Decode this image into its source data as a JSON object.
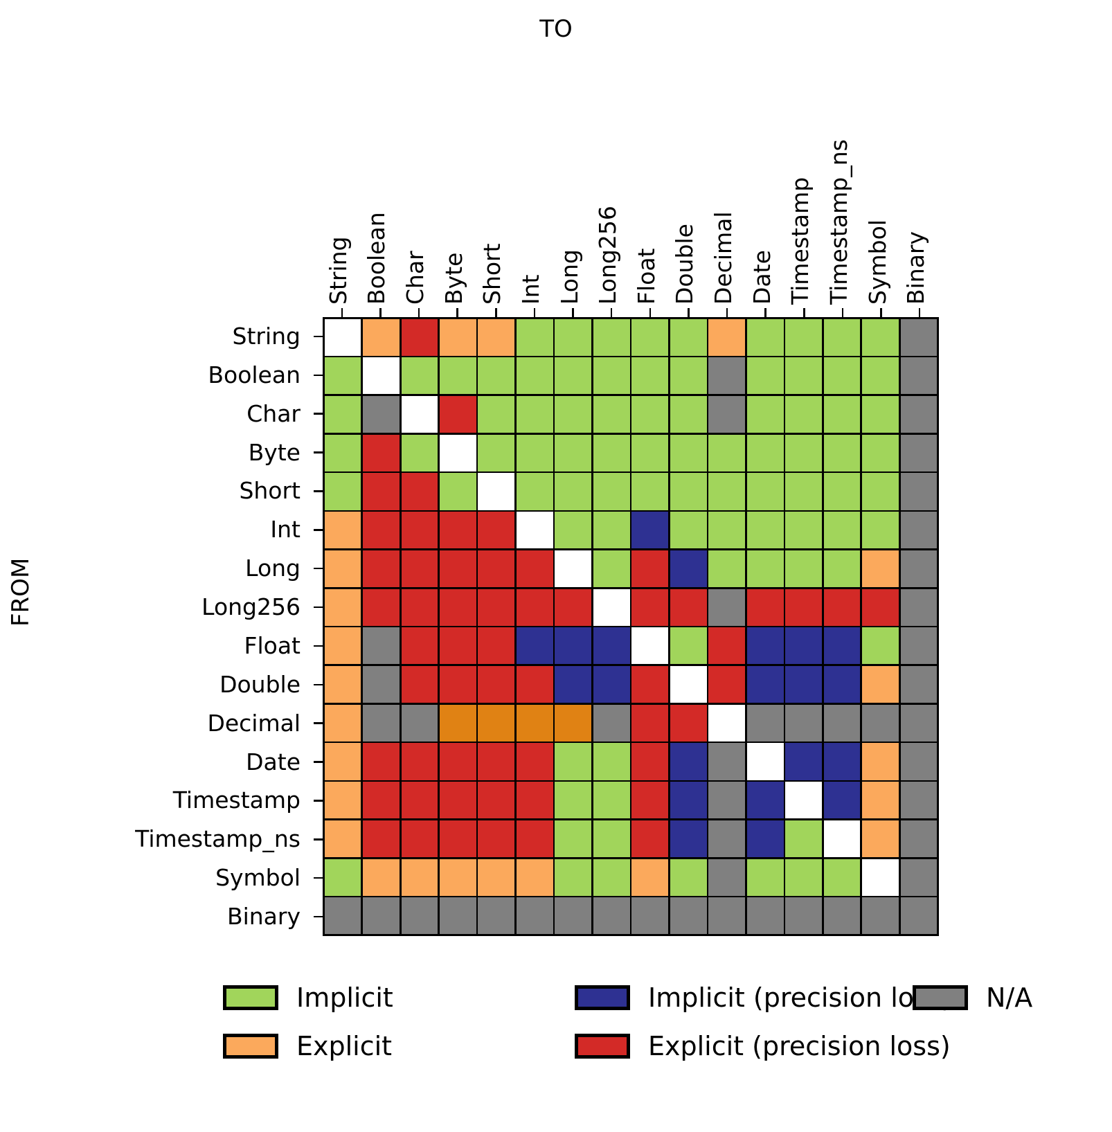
{
  "axes": {
    "top_title": "TO",
    "left_title": "FROM"
  },
  "colors": {
    "implicit": "#A1D55B",
    "explicit": "#FBA95C",
    "implicit_precision_loss": "#2E3192",
    "explicit_precision_loss": "#D32A27",
    "na": "#808080",
    "identity": "#FFFFFF",
    "grid_line": "#000000"
  },
  "legend": {
    "items": [
      {
        "label": "Implicit",
        "key": "implicit",
        "color": "#A1D55B"
      },
      {
        "label": "Explicit",
        "key": "explicit",
        "color": "#FBA95C"
      },
      {
        "label": "Implicit (precision loss)",
        "key": "implicit_precision_loss",
        "color": "#2E3192"
      },
      {
        "label": "Explicit (precision loss)",
        "key": "explicit_precision_loss",
        "color": "#D32A27"
      },
      {
        "label": "N/A",
        "key": "na",
        "color": "#808080"
      }
    ]
  },
  "chart_data": {
    "type": "heatmap",
    "title": "",
    "xlabel": "TO",
    "ylabel": "FROM",
    "grid": true,
    "legend_position": "bottom",
    "categories_x": [
      "String",
      "Boolean",
      "Char",
      "Byte",
      "Short",
      "Int",
      "Long",
      "Long256",
      "Float",
      "Double",
      "Decimal",
      "Date",
      "Timestamp",
      "Timestamp_ns",
      "Symbol",
      "Binary"
    ],
    "categories_y": [
      "String",
      "Boolean",
      "Char",
      "Byte",
      "Short",
      "Int",
      "Long",
      "Long256",
      "Float",
      "Double",
      "Decimal",
      "Date",
      "Timestamp",
      "Timestamp_ns",
      "Symbol",
      "Binary"
    ],
    "value_legend": {
      "identity": "same type (diagonal)",
      "implicit": "Implicit",
      "explicit": "Explicit",
      "implicit_precision_loss": "Implicit (precision loss)",
      "explicit_precision_loss": "Explicit (precision loss)",
      "na": "N/A"
    },
    "matrix": [
      [
        "identity",
        "explicit",
        "explicit_precision_loss",
        "explicit",
        "explicit",
        "implicit",
        "implicit",
        "implicit",
        "implicit",
        "implicit",
        "explicit",
        "implicit",
        "implicit",
        "implicit",
        "implicit",
        "na"
      ],
      [
        "implicit",
        "identity",
        "implicit",
        "implicit",
        "implicit",
        "implicit",
        "implicit",
        "implicit",
        "implicit",
        "implicit",
        "na",
        "implicit",
        "implicit",
        "implicit",
        "implicit",
        "na"
      ],
      [
        "implicit",
        "na",
        "identity",
        "explicit_precision_loss",
        "implicit",
        "implicit",
        "implicit",
        "implicit",
        "implicit",
        "implicit",
        "na",
        "implicit",
        "implicit",
        "implicit",
        "implicit",
        "na"
      ],
      [
        "implicit",
        "explicit_precision_loss",
        "implicit",
        "identity",
        "implicit",
        "implicit",
        "implicit",
        "implicit",
        "implicit",
        "implicit",
        "implicit",
        "implicit",
        "implicit",
        "implicit",
        "implicit",
        "na"
      ],
      [
        "implicit",
        "explicit_precision_loss",
        "explicit_precision_loss",
        "implicit",
        "identity",
        "implicit",
        "implicit",
        "implicit",
        "implicit",
        "implicit",
        "implicit",
        "implicit",
        "implicit",
        "implicit",
        "implicit",
        "na"
      ],
      [
        "explicit",
        "explicit_precision_loss",
        "explicit_precision_loss",
        "explicit_precision_loss",
        "explicit_precision_loss",
        "identity",
        "implicit",
        "implicit",
        "implicit_precision_loss",
        "implicit",
        "implicit",
        "implicit",
        "implicit",
        "implicit",
        "implicit",
        "na"
      ],
      [
        "explicit",
        "explicit_precision_loss",
        "explicit_precision_loss",
        "explicit_precision_loss",
        "explicit_precision_loss",
        "explicit_precision_loss",
        "identity",
        "implicit",
        "explicit_precision_loss",
        "implicit_precision_loss",
        "implicit",
        "implicit",
        "implicit",
        "implicit",
        "explicit",
        "na"
      ],
      [
        "explicit",
        "explicit_precision_loss",
        "explicit_precision_loss",
        "explicit_precision_loss",
        "explicit_precision_loss",
        "explicit_precision_loss",
        "explicit_precision_loss",
        "identity",
        "explicit_precision_loss",
        "explicit_precision_loss",
        "na",
        "explicit_precision_loss",
        "explicit_precision_loss",
        "explicit_precision_loss",
        "explicit_precision_loss",
        "na"
      ],
      [
        "explicit",
        "na",
        "explicit_precision_loss",
        "explicit_precision_loss",
        "explicit_precision_loss",
        "implicit_precision_loss",
        "implicit_precision_loss",
        "implicit_precision_loss",
        "identity",
        "implicit",
        "explicit_precision_loss",
        "implicit_precision_loss",
        "implicit_precision_loss",
        "implicit_precision_loss",
        "implicit",
        "na"
      ],
      [
        "explicit",
        "na",
        "explicit_precision_loss",
        "explicit_precision_loss",
        "explicit_precision_loss",
        "explicit_precision_loss",
        "implicit_precision_loss",
        "implicit_precision_loss",
        "explicit_precision_loss",
        "identity",
        "explicit_precision_loss",
        "implicit_precision_loss",
        "implicit_precision_loss",
        "implicit_precision_loss",
        "explicit",
        "na"
      ],
      [
        "explicit",
        "na",
        "na",
        "explicit_orange_dark",
        "explicit_orange_dark",
        "explicit_orange_dark",
        "explicit_orange_dark",
        "na",
        "explicit_precision_loss",
        "explicit_precision_loss",
        "identity",
        "na",
        "na",
        "na",
        "na",
        "na"
      ],
      [
        "explicit",
        "explicit_precision_loss",
        "explicit_precision_loss",
        "explicit_precision_loss",
        "explicit_precision_loss",
        "explicit_precision_loss",
        "implicit",
        "implicit",
        "explicit_precision_loss",
        "implicit_precision_loss",
        "na",
        "identity",
        "implicit_precision_loss",
        "implicit_precision_loss",
        "explicit",
        "na"
      ],
      [
        "explicit",
        "explicit_precision_loss",
        "explicit_precision_loss",
        "explicit_precision_loss",
        "explicit_precision_loss",
        "explicit_precision_loss",
        "implicit",
        "implicit",
        "explicit_precision_loss",
        "implicit_precision_loss",
        "na",
        "implicit_precision_loss",
        "identity",
        "implicit_precision_loss",
        "explicit",
        "na"
      ],
      [
        "explicit",
        "explicit_precision_loss",
        "explicit_precision_loss",
        "explicit_precision_loss",
        "explicit_precision_loss",
        "explicit_precision_loss",
        "implicit",
        "implicit",
        "explicit_precision_loss",
        "implicit_precision_loss",
        "na",
        "implicit_precision_loss",
        "implicit",
        "identity",
        "explicit",
        "na"
      ],
      [
        "implicit",
        "explicit",
        "explicit",
        "explicit",
        "explicit",
        "explicit",
        "implicit",
        "implicit",
        "explicit",
        "implicit",
        "na",
        "implicit",
        "implicit",
        "implicit",
        "identity",
        "na"
      ],
      [
        "na",
        "na",
        "na",
        "na",
        "na",
        "na",
        "na",
        "na",
        "na",
        "na",
        "na",
        "na",
        "na",
        "na",
        "na",
        "na"
      ]
    ]
  }
}
